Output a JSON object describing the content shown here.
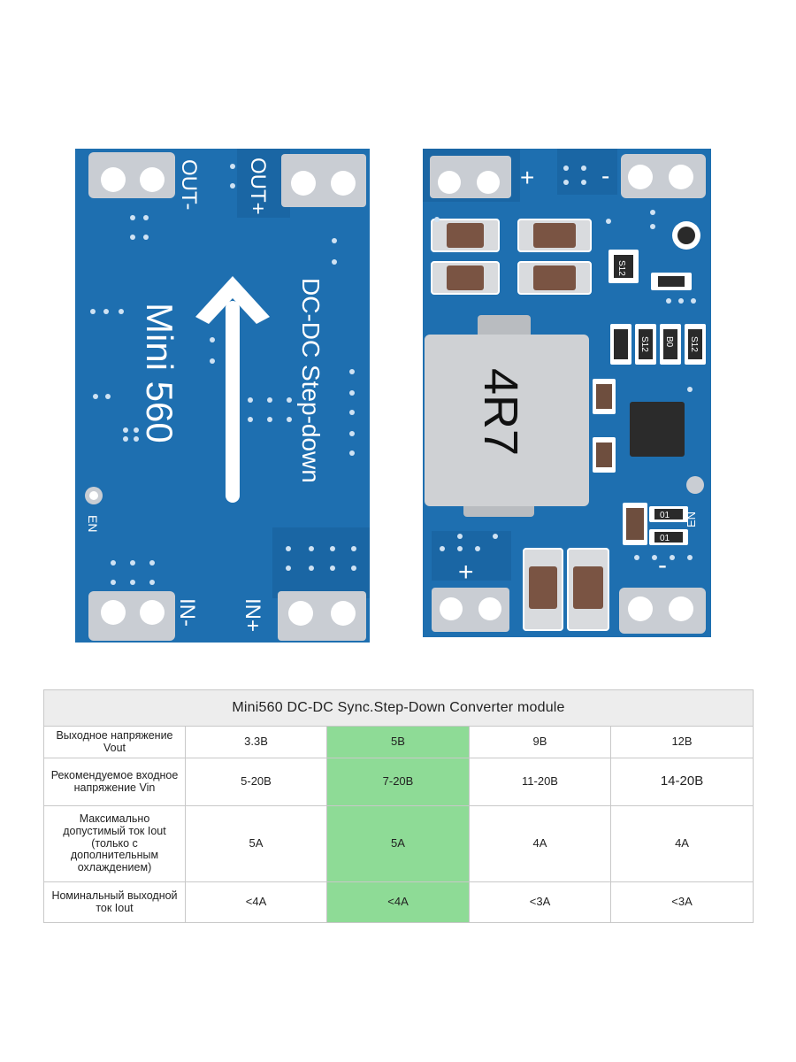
{
  "photo": {
    "left_board": {
      "out_minus": "OUT-",
      "out_plus": "OUT+",
      "in_minus": "IN-",
      "in_plus": "IN+",
      "model": "Mini 560",
      "subtitle": "DC-DC Step-down",
      "en": "EN"
    },
    "right_board": {
      "inductor_mark": "4R7",
      "plus_top": "+",
      "minus_top": "-",
      "plus_bottom": "+",
      "minus_bottom": "-",
      "en": "EN",
      "resistor_marks": [
        "S12",
        "S12",
        "B0",
        "S12",
        "01",
        "01"
      ]
    },
    "colors": {
      "pcb": "#1e6fb0",
      "pcb_dark": "#165a93",
      "pad": "#c9cdd3",
      "silk": "#ffffff",
      "inductor": "#cfd1d4"
    }
  },
  "table": {
    "title": "Mini560 DC-DC Sync.Step-Down Converter module",
    "rows": [
      {
        "label": "Выходное напряжение Vout",
        "values": [
          "3.3В",
          "5В",
          "9В",
          "12В"
        ]
      },
      {
        "label": "Рекомендуемое входное напряжение Vin",
        "values": [
          "5-20В",
          "7-20В",
          "11-20В",
          "14-20В"
        ]
      },
      {
        "label": "Максимально допустимый ток Iout (только с дополнительным охлаждением)",
        "values": [
          "5А",
          "5А",
          "4А",
          "4А"
        ]
      },
      {
        "label": "Номинальный выходной ток Iout",
        "values": [
          "<4А",
          "<4А",
          "<3А",
          "<3А"
        ]
      }
    ],
    "highlight_column": 1,
    "highlight_color": "#8edb96"
  }
}
